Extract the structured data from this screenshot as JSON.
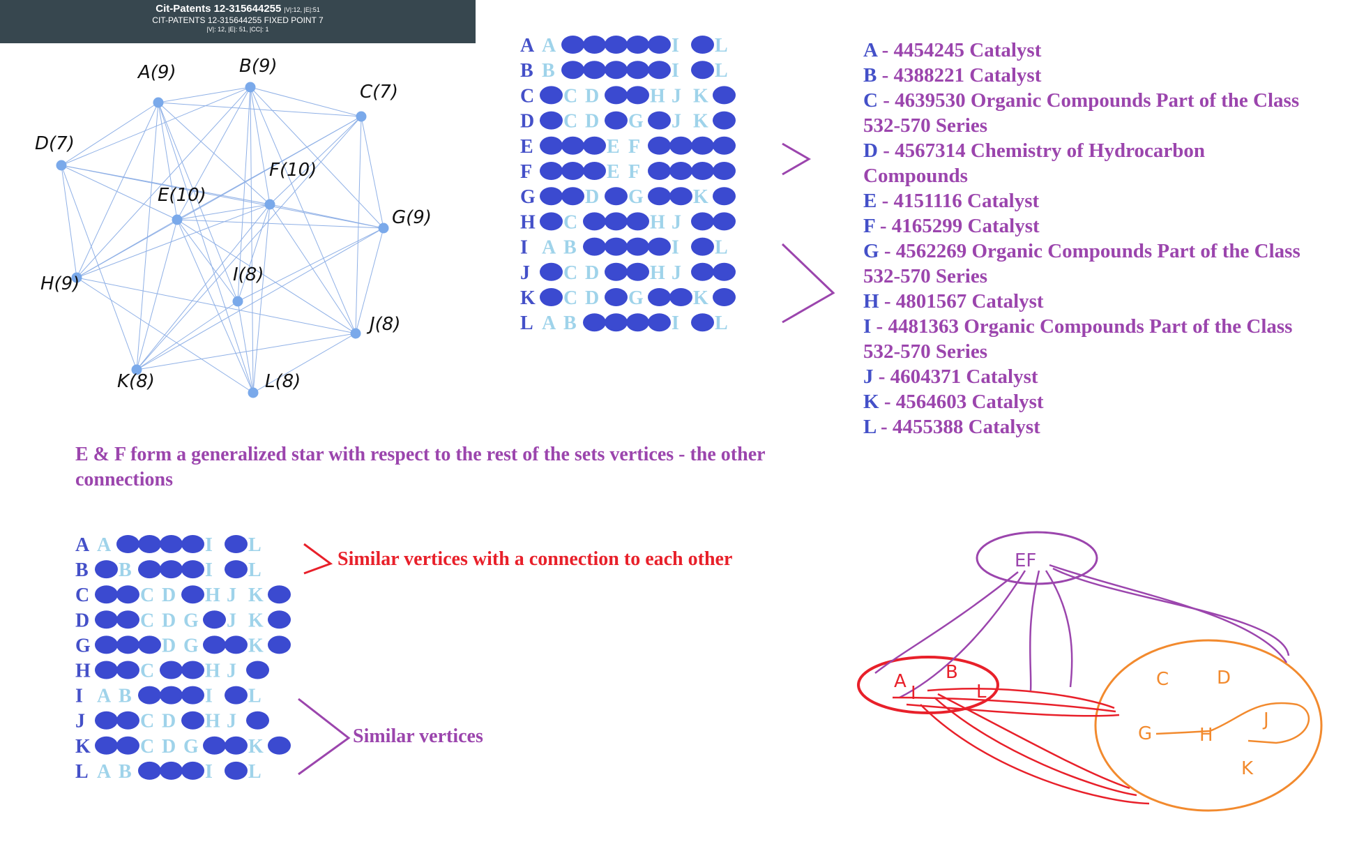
{
  "header": {
    "title": "Cit-Patents 12-315644255",
    "title_stats": "|V|:12, |E|:51",
    "subtitle": "CIT-PATENTS 12-315644255 FIXED POINT 7",
    "stats": "|V|: 12, |E|: 51, |CC|: 1"
  },
  "graph": {
    "node_color": "#7aa9ea",
    "edge_color": "#8fb0e6",
    "node_labels": [
      "A(9)",
      "B(9)",
      "C(7)",
      "D(7)",
      "E(10)",
      "F(10)",
      "G(9)",
      "H(9)",
      "I(8)",
      "J(8)",
      "K(8)",
      "L(8)"
    ]
  },
  "matrix_top": {
    "rows": [
      [
        "A",
        "A",
        "●",
        "●",
        "●",
        "●",
        "●",
        "I",
        "●",
        "L"
      ],
      [
        "B",
        "B",
        "●",
        "●",
        "●",
        "●",
        "●",
        "I",
        "●",
        "L"
      ],
      [
        "C",
        "●",
        "C",
        "D",
        "●",
        "●",
        "H",
        "J",
        "K",
        "●"
      ],
      [
        "D",
        "●",
        "C",
        "D",
        "●",
        "G",
        "●",
        "J",
        "K",
        "●"
      ],
      [
        "E",
        "●",
        "●",
        "●",
        "E",
        "F",
        "●",
        "●",
        "●",
        "●"
      ],
      [
        "F",
        "●",
        "●",
        "●",
        "E",
        "F",
        "●",
        "●",
        "●",
        "●"
      ],
      [
        "G",
        "●",
        "●",
        "D",
        "●",
        "G",
        "●",
        "●",
        "K",
        "●"
      ],
      [
        "H",
        "●",
        "C",
        "●",
        "●",
        "●",
        "H",
        "J",
        "●",
        "●"
      ],
      [
        "I",
        "A",
        "B",
        "●",
        "●",
        "●",
        "●",
        "I",
        "●",
        "L"
      ],
      [
        "J",
        "●",
        "C",
        "D",
        "●",
        "●",
        "H",
        "J",
        "●",
        "●"
      ],
      [
        "K",
        "●",
        "C",
        "D",
        "●",
        "G",
        "●",
        "●",
        "K",
        "●"
      ],
      [
        "L",
        "A",
        "B",
        "●",
        "●",
        "●",
        "●",
        "I",
        "●",
        "L"
      ]
    ]
  },
  "matrix_bottom": {
    "rows": [
      [
        "A",
        "A",
        "●",
        "●",
        "●",
        "●",
        "I",
        "●",
        "L"
      ],
      [
        "B",
        "●",
        "B",
        "●",
        "●",
        "●",
        "I",
        "●",
        "L"
      ],
      [
        "C",
        "●",
        "●",
        "C",
        "D",
        "●",
        "H",
        "J",
        "K",
        "●"
      ],
      [
        "D",
        "●",
        "●",
        "C",
        "D",
        "G",
        "●",
        "J",
        "K",
        "●"
      ],
      [
        "G",
        "●",
        "●",
        "●",
        "D",
        "G",
        "●",
        "●",
        "K",
        "●"
      ],
      [
        "H",
        "●",
        "●",
        "C",
        "●",
        "●",
        "H",
        "J",
        "●"
      ],
      [
        "I",
        "A",
        "B",
        "●",
        "●",
        "●",
        "I",
        "●",
        "L"
      ],
      [
        "J",
        "●",
        "●",
        "C",
        "D",
        "●",
        "H",
        "J",
        "●"
      ],
      [
        "K",
        "●",
        "●",
        "C",
        "D",
        "G",
        "●",
        "●",
        "K",
        "●"
      ],
      [
        "L",
        "A",
        "B",
        "●",
        "●",
        "●",
        "I",
        "●",
        "L"
      ]
    ]
  },
  "legend": [
    {
      "key": "A",
      "text": "- 4454245 Catalyst"
    },
    {
      "key": "B",
      "text": "- 4388221 Catalyst"
    },
    {
      "key": "C",
      "text": "- 4639530 Organic Compounds Part of the Class"
    },
    {
      "key": "",
      "text": "532-570 Series"
    },
    {
      "key": "D",
      "text": "- 4567314 Chemistry of Hydrocarbon"
    },
    {
      "key": "",
      "text": "Compounds"
    },
    {
      "key": "E",
      "text": "- 4151116 Catalyst"
    },
    {
      "key": "F",
      "text": "- 4165299 Catalyst"
    },
    {
      "key": "G",
      "text": "- 4562269 Organic Compounds Part of the Class"
    },
    {
      "key": "",
      "text": "532-570 Series"
    },
    {
      "key": "H",
      "text": "- 4801567 Catalyst"
    },
    {
      "key": "I",
      "text": "- 4481363 Organic Compounds Part of the Class"
    },
    {
      "key": "",
      "text": "532-570 Series"
    },
    {
      "key": "J",
      "text": "- 4604371 Catalyst"
    },
    {
      "key": "K",
      "text": "- 4564603 Catalyst"
    },
    {
      "key": "L",
      "text": "-  4455388 Catalyst"
    }
  ],
  "note": "E & F form a generalized star with respect to the rest of the sets vertices - the other connections",
  "annotations": {
    "connected": "Similar vertices with a connection to each other",
    "similar": "Similar vertices"
  },
  "sketch": {
    "ef_label": "EF",
    "group_red": [
      "A",
      "B",
      "I",
      "L"
    ],
    "group_orange": [
      "C",
      "D",
      "G",
      "H",
      "J",
      "K"
    ],
    "colors": {
      "purple": "#9b45ad",
      "red": "#e8202a",
      "orange": "#f28a2e",
      "dark_blue": "#4450c8",
      "light_blue": "#9fd3ea",
      "blob": "#3b4ad0"
    }
  }
}
